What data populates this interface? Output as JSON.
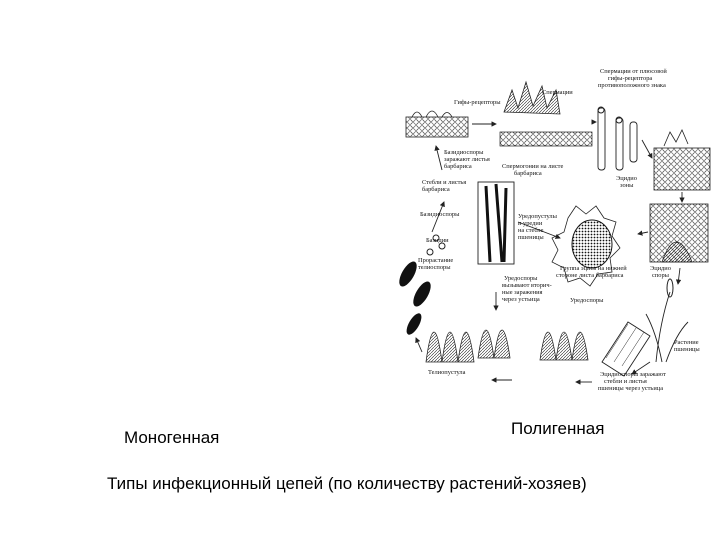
{
  "caption_left": "Моногенная",
  "caption_right": "Полигенная",
  "title": "Типы инфекционный цепей (по количеству растений-хозяев)",
  "diagram": {
    "labels": {
      "l1": "Спермации от плюсовой",
      "l2": "гифы-рецептора",
      "l3": "противоположного знака",
      "l4": "Гифы-рецепторы",
      "l5": "Спермации",
      "l6": "Базидиоспоры",
      "l7": "заражают листья",
      "l8": "барбариса",
      "l9": "Спермогонии на листе",
      "l10": "барбариса",
      "l11": "Стебли и листья",
      "l12": "барбариса",
      "l13": "Эцидио",
      "l14": "зоны",
      "l15": "Базидиоспоры",
      "l16": "Базидии",
      "l17": "Уредопустулы",
      "l18": "и уредии",
      "l19": "на стебле",
      "l20": "пшеницы",
      "l21": "Прорастание",
      "l22": "телиоспоры",
      "l23": "Группа эциев на нижней",
      "l24": "стороне листа барбариса",
      "l25": "Эцидио",
      "l26": "споры",
      "l27": "Уредоспоры",
      "l28": "вызывают вторич-",
      "l29": "ные заражения",
      "l30": "через устьица",
      "l31": "Уредоспоры",
      "l32": "Растение",
      "l33": "пшеницы",
      "l34": "Телиопустула",
      "l35": "Эцидиоспоры заражают",
      "l36": "стебли и листья",
      "l37": "пшеницы через устьица"
    }
  }
}
